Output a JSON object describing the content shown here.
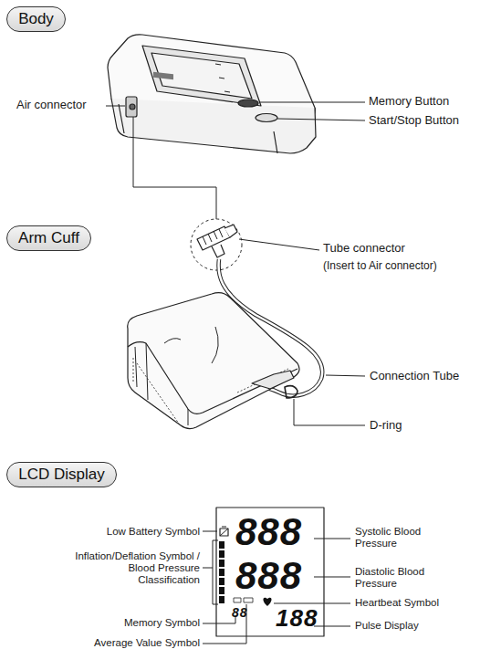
{
  "diagram": {
    "nodes": [
      {
        "text": [
          "Body"
        ]
      },
      {
        "text": [
          "Arm Cuff"
        ]
      },
      {
        "text": [
          "LCD Display"
        ]
      }
    ],
    "labels": [
      "Air connector",
      "Memory Button",
      "Start/Stop Button",
      "Tube connector",
      "(Insert to Air connector)",
      "Connection Tube",
      "D-ring",
      "Low Battery Symbol",
      "Inflation/Deflation Symbol / Blood Pressure Classification",
      "Memory Symbol",
      "Average Value Symbol",
      "Systolic Blood Pressure",
      "Diastolic Blood Pressure",
      "Heartbeat Symbol",
      "Pulse Display",
      "888",
      "888",
      "188",
      "88"
    ]
  }
}
